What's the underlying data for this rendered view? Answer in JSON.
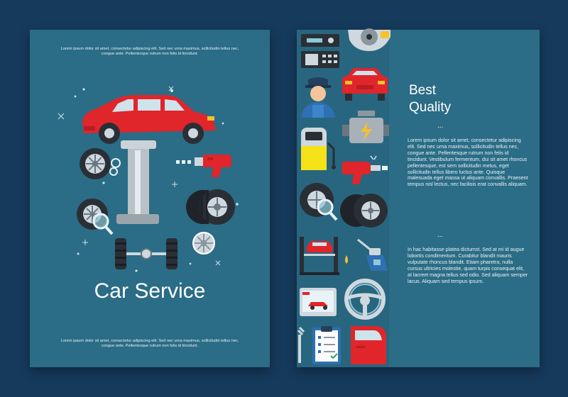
{
  "left_card": {
    "top_text": "Lorem ipsum dolor sit amet, consectetur adipiscing elit. Sed nec urna maximus, sollicitudin tellus nec, congue ante. Pellentesque rutrum non felis id tincidunt.",
    "title": "Car Service",
    "bottom_text": "Lorem ipsum dolor sit amet, consectetur adipiscing elit. Sed nec urna maximus, sollicitudin tellus nec, congue ante. Pellentesque rutrum non felis id tincidunt."
  },
  "right_card": {
    "heading_line1": "Best",
    "heading_line2": "Quality",
    "separator": "...",
    "paragraph1": "Lorem ipsum dolor sit amet, consectetur adipiscing elit. Sed nec urna maximus, sollicitudin tellus nec, congue ante. Pellentesque rutrum non felis id tincidunt. Vestibulum fermentum, dui sit amet rhoncus pellentesque, est sem sollicitudin metus, eget sollicitudin tellus libero luctus ante. Quisque malesuada eget massa ut aliquam convallis. Praesent tempus nisl lectus, nec facilisis erat convallis aliquam.",
    "paragraph2": "In hac habitasse platea dictumst. Sed at mi id augue lobortis condimentum. Curabitur blandit mauris vulputate rhoncus blandit. Etiam pharetra, nulla cursus ultricies molestie, quam turpis consequat elit, at lacreet magna tellus sed odio. Sed aliquam semper lacus. Aliquam sed tempus ipsum."
  },
  "colors": {
    "background": "#163a5c",
    "card": "#2b6c86",
    "car_red": "#e0252b",
    "tire_dark": "#2a2f36",
    "rim_light": "#cfd8de",
    "lift_gray": "#b9c2c7"
  },
  "icons": [
    "car-on-lift-icon",
    "wheel-icon",
    "spring-icon",
    "impact-gun-icon",
    "tires-icon",
    "tire-inspection-icon",
    "axle-icon",
    "rim-icon",
    "car-radio-icon",
    "brake-disc-icon",
    "mechanic-icon",
    "red-car-icon",
    "gas-pump-icon",
    "engine-icon",
    "impact-gun-icon",
    "tire-stack-icon",
    "two-post-lift-icon",
    "oil-can-icon",
    "diagnostic-monitor-icon",
    "steering-wheel-icon",
    "checklist-icon",
    "car-door-icon"
  ]
}
